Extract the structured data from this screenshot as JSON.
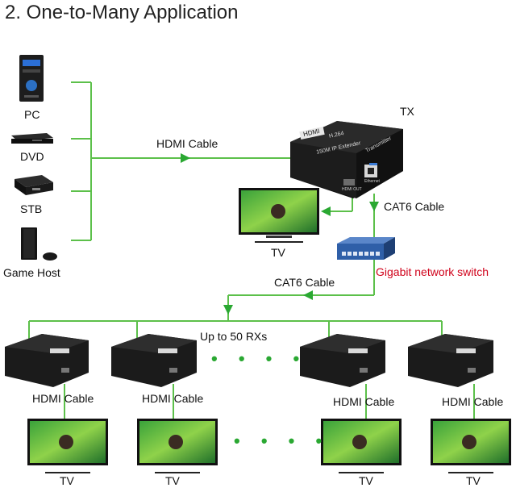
{
  "title": "2. One-to-Many Application",
  "colors": {
    "line": "#5cc04a",
    "arrow": "#2aa832",
    "device": "#1b1b1b",
    "switch": "#2f5fa8",
    "switch_label": "#d0021b"
  },
  "sources": [
    {
      "label": "PC",
      "icon": "pc-tower-icon"
    },
    {
      "label": "DVD",
      "icon": "dvd-player-icon"
    },
    {
      "label": "STB",
      "icon": "set-top-box-icon"
    },
    {
      "label": "Game Host",
      "icon": "game-console-icon"
    }
  ],
  "labels": {
    "tx": "TX",
    "hdmi_cable_main": "HDMI Cable",
    "cat6_top": "CAT6 Cable",
    "cat6_mid": "CAT6 Cable",
    "switch": "Gigabit network switch",
    "up_to": "Up to 50 RXs",
    "tx_tv": "TV",
    "dots_rx": "• • • •",
    "dots_tv": "• • • •"
  },
  "tx_device": {
    "brand": "HDMI",
    "model": "H.264",
    "name": "150M IP Extender",
    "role": "Transmitter",
    "port1": "HDMI OUT",
    "port2": "Ethernet"
  },
  "receivers": [
    {
      "cable_label": "HDMI Cable",
      "tv_label": "TV"
    },
    {
      "cable_label": "HDMI Cable",
      "tv_label": "TV"
    },
    {
      "cable_label": "HDMI Cable",
      "tv_label": "TV"
    },
    {
      "cable_label": "HDMI Cable",
      "tv_label": "TV"
    }
  ]
}
